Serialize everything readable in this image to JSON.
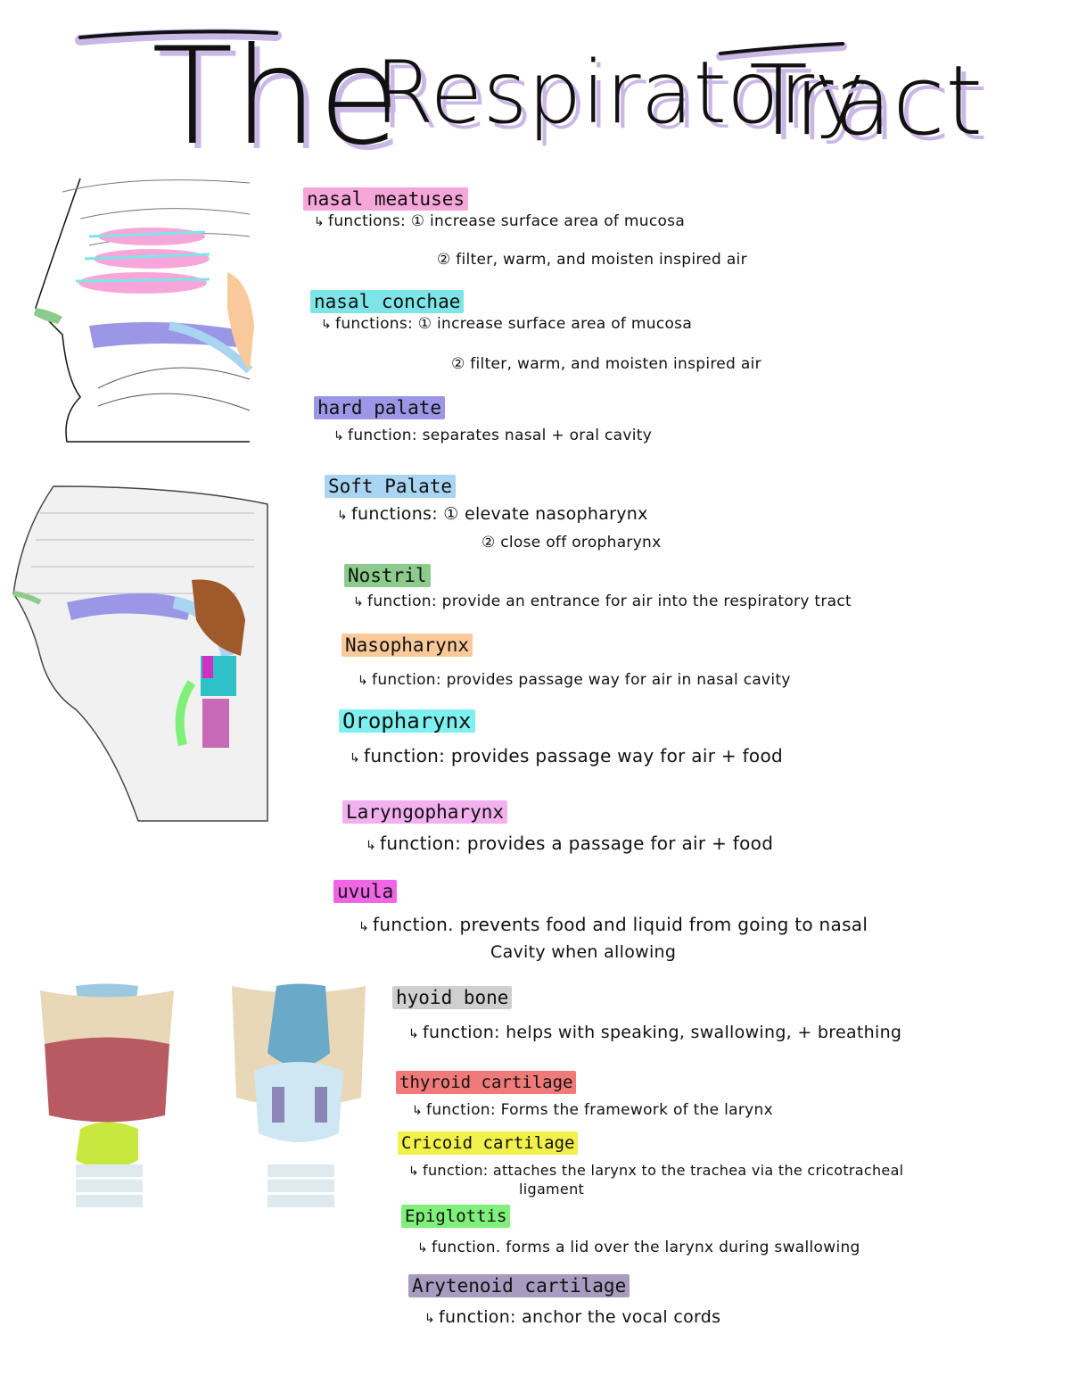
{
  "title": {
    "word1": "The",
    "word2": "Respiratory",
    "word3": "Tract"
  },
  "colors": {
    "title_shadow": "#c9b8e6",
    "pink": "#f7a6d9",
    "cyan": "#7de5e8",
    "purple": "#9b96e6",
    "light_blue": "#a9d4f2",
    "green": "#8ccb8c",
    "orange": "#f9c99a",
    "cyan2": "#7ff0f0",
    "pink2": "#f2b0ee",
    "magenta": "#f065e6",
    "grey": "#cfcfcf",
    "red": "#f07a7a",
    "yellow": "#f2f04a",
    "lime": "#7ff07a",
    "violet": "#a89bc0"
  },
  "entries": [
    {
      "term": "nasal meatuses",
      "lines": [
        "functions: ① increase surface area of mucosa",
        "② filter, warm, and moisten inspired air"
      ]
    },
    {
      "term": "nasal conchae",
      "lines": [
        "functions: ① increase surface area of mucosa",
        "② filter, warm, and moisten inspired air"
      ]
    },
    {
      "term": "hard palate",
      "lines": [
        "function: separates nasal + oral cavity"
      ]
    },
    {
      "term": "Soft Palate",
      "lines": [
        "functions: ① elevate nasopharynx",
        "② close off oropharynx"
      ]
    },
    {
      "term": "Nostril",
      "lines": [
        "function: provide an entrance for air into the respiratory tract"
      ]
    },
    {
      "term": "Nasopharynx",
      "lines": [
        "function: provides passage way for air in nasal cavity"
      ]
    },
    {
      "term": "Oropharynx",
      "lines": [
        "function: provides passage way for air + food"
      ]
    },
    {
      "term": "Laryngopharynx",
      "lines": [
        "function: provides a passage for air + food"
      ]
    },
    {
      "term": "uvula",
      "lines": [
        "function. prevents food and liquid from going to nasal",
        "Cavity when   allowing"
      ]
    },
    {
      "term": "hyoid bone",
      "lines": [
        "function: helps with speaking, swallowing, + breathing"
      ]
    },
    {
      "term": "thyroid cartilage",
      "lines": [
        "function: Forms the framework of the larynx"
      ]
    },
    {
      "term": "Cricoid cartilage",
      "lines": [
        "function: attaches the larynx to the trachea via the cricotracheal",
        "ligament"
      ]
    },
    {
      "term": "Epiglottis",
      "lines": [
        "function. forms a lid over the larynx during swallowing"
      ]
    },
    {
      "term": "Arytenoid cartilage",
      "lines": [
        "function: anchor the vocal cords"
      ]
    }
  ]
}
